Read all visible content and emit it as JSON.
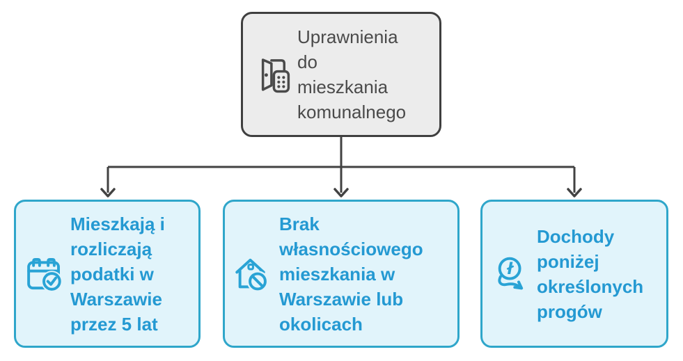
{
  "diagram": {
    "root": {
      "label": "Uprawnienia\ndo\nmieszkania\nkomunalnego",
      "icon": "door-entry-icon"
    },
    "children": [
      {
        "label": "Mieszkają i\nrozliczają\npodatki w\nWarszawie\nprzez 5 lat",
        "icon": "calendar-check-icon"
      },
      {
        "label": "Brak\nwłasnościowego\nmieszkania w\nWarszawie lub\nokolicach",
        "icon": "house-prohibited-icon"
      },
      {
        "label": "Dochody\nponiżej\nokreślonych\nprogów",
        "icon": "income-below-threshold-icon"
      }
    ],
    "colors": {
      "root_bg": "#ececec",
      "root_border": "#3f3f3f",
      "root_text": "#4a4a4a",
      "child_bg": "#e1f4fb",
      "child_border": "#2fa6ca",
      "child_text": "#2499d2",
      "icon_blue": "#29a3d5",
      "connector": "#424242"
    }
  }
}
